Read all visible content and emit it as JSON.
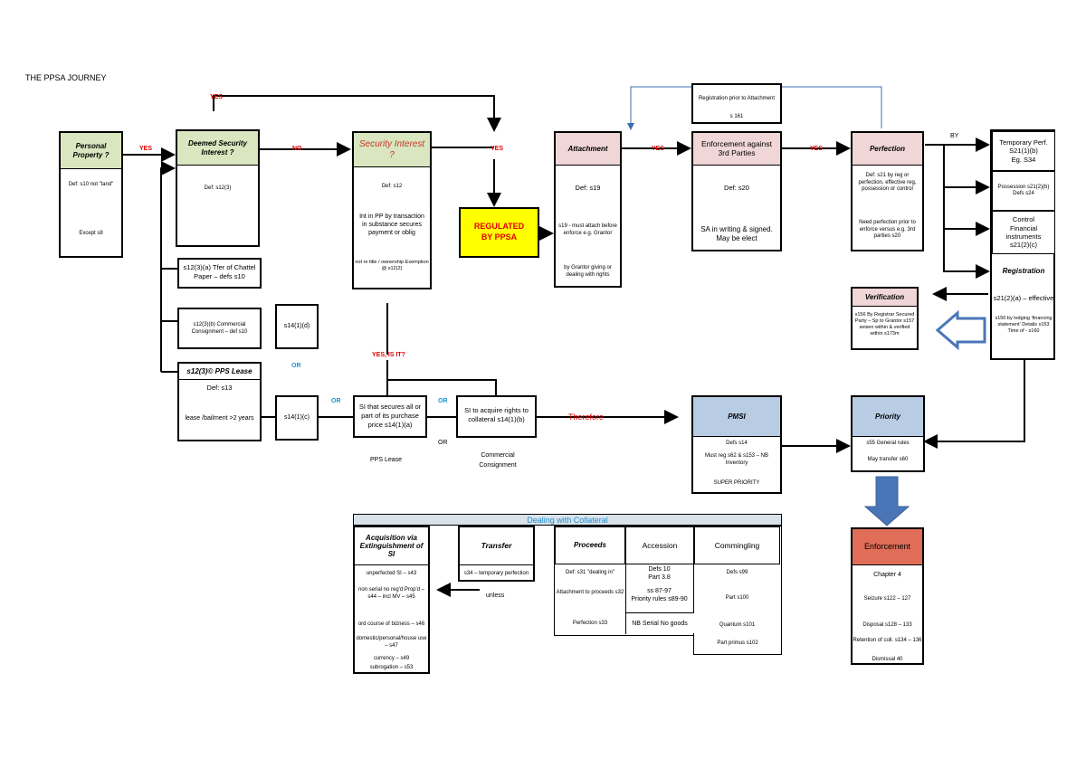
{
  "title": "THE PPSA JOURNEY",
  "labels": {
    "yes": "YES",
    "no": "NO",
    "or": "OR",
    "by": "BY",
    "yes_is_it": "YES, IS IT?",
    "therefore": "Therefore",
    "unless": "unless",
    "pps_lease": "PPS Lease",
    "commercial_consignment": "Commercial Consignment"
  },
  "personal_property": {
    "title": "Personal Property ?",
    "def": "Def: s10 not \"land\"",
    "except": "Except s8"
  },
  "deemed_si": {
    "title": "Deemed Security Interest ?",
    "def": "Def: s12(3)"
  },
  "transfer_chattel": {
    "text": "s12(3)(a) Tfer of Chattel Paper – defs s10"
  },
  "commercial_consignment": {
    "text": "s12(3)(b) Commercial Consignment – def s10"
  },
  "s14_1_d": {
    "text": "s14(1)(d)"
  },
  "pps_lease": {
    "title": "s12(3)© PPS Lease",
    "def": "Def: s13",
    "text": "lease /bailment >2 years"
  },
  "s14_1_c": {
    "text": "s14(1)(c)"
  },
  "security_interest": {
    "title": "Security Interest ?",
    "def": "Def: s12",
    "text": "Int in PP by transaction in substance secures payment or oblig",
    "note": "not re title / ownership Exemption @ s12(2)"
  },
  "si_secures": {
    "text": "SI that secures all or part of its purchase price s14(1)(a)"
  },
  "si_acquire": {
    "text": "SI to acquire rights to collateral s14(1)(b)"
  },
  "regulated": {
    "text": "REGULATED BY PPSA"
  },
  "attachment": {
    "title": "Attachment",
    "def": "Def: s19",
    "text1": "s19 - must attach before enforce e.g. Grantor",
    "text2": "by Grantor giving or dealing with rights"
  },
  "enforcement_3rd": {
    "title": "Enforcement against 3rd Parties",
    "def": "Def: s20",
    "text": "SA in writing & signed. May be elect"
  },
  "registration_prior": {
    "title": "Registration prior to Attachment",
    "sub": "s 161"
  },
  "perfection": {
    "title": "Perfection",
    "def": "Def: s21 by reg or perfection, effective reg, possession or control",
    "text2": "Need perfection prior to enforce versus e.g. 3rd parties s20"
  },
  "temporary_perf": {
    "title": "Temporary Perf.",
    "l2": "S21(1)(b)",
    "l3": "Eg. S34"
  },
  "possession": {
    "text": "Possession s21(2)(b) Defs s24"
  },
  "control": {
    "title": "Control",
    "l2": "Financial instruments",
    "l3": "s21(2)(c)"
  },
  "registration": {
    "title": "Registration",
    "l2": "s21(2)(a) – effective",
    "l3": "s150 by lodging 'financing statement' Details s153 Time of - s160"
  },
  "verification": {
    "title": "Verification",
    "text": "s156 By Registrar Secured Party – Sp to Grantor s157 seisen within & verified within s173m"
  },
  "pmsi": {
    "title": "PMSI",
    "def": "Defs s14",
    "text": "Must reg s62 & s153 – NB Inventory",
    "super": "SUPER PRIORITY"
  },
  "priority": {
    "title": "Priority",
    "l1": "s55 General rules",
    "l2": "May transfer s60"
  },
  "enforcement": {
    "title": "Enforcement",
    "l1": "Chapter 4",
    "l2": "Seizure s122 – 127",
    "l3": "Disposal s128 – 133",
    "l4": "Retention of coll. s134 – 136",
    "l5": "Dismissal 40"
  },
  "dealing": {
    "header": "Dealing with Collateral",
    "acquisition": {
      "title": "Acquisition via Extinguishment of SI",
      "items": [
        "unperfected SI – s43",
        "non serial no reg'd Prop'd – s44 – incl MV – s45",
        "ord course of bizness – s46",
        "domestic/personal/house use – s47",
        "currency – s49",
        "subrogation – s53"
      ]
    },
    "transfer": {
      "title": "Transfer",
      "text": "s34 – temporary perfection"
    },
    "proceeds": {
      "title": "Proceeds",
      "l1": "Def: s31 \"dealing in\"",
      "l2": "Attachment to proceeds s32",
      "l3": "Perfection s33"
    },
    "accession": {
      "title": "Accession",
      "l1": "Defs 10",
      "l2": "Part 3.8",
      "l3": "ss 87-97",
      "l4": "Priority rules s89-90",
      "l5": "NB Serial No goods"
    },
    "commingling": {
      "title": "Commingling",
      "l1": "Defs s99",
      "l2": "Part s100",
      "l3": "Quantum s101",
      "l4": "Part primus s102"
    }
  },
  "colors": {
    "green": "#d9e6bf",
    "pink": "#f0d6d6",
    "blue": "#b8cce4",
    "enforcement": "#e06d58",
    "regulated": "#ffff00",
    "arrow_blue": "#4a76b8"
  }
}
